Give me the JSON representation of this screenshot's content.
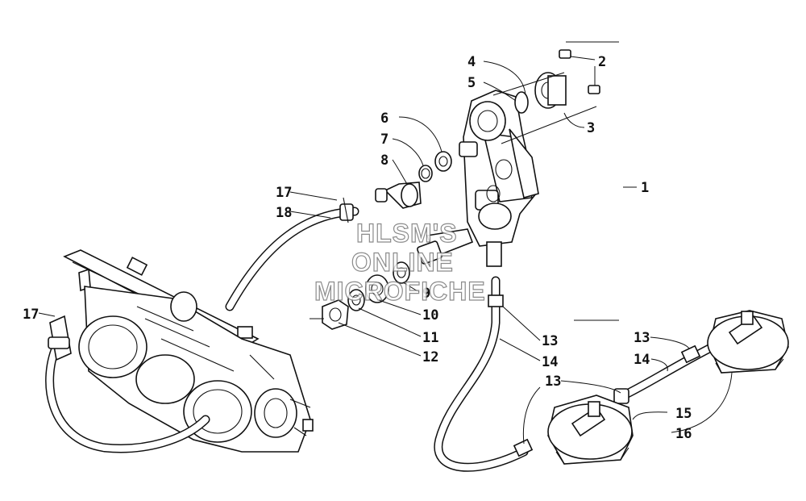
{
  "diagram": {
    "callouts": [
      {
        "id": "1",
        "text": "1"
      },
      {
        "id": "2",
        "text": "2"
      },
      {
        "id": "3",
        "text": "3"
      },
      {
        "id": "4",
        "text": "4"
      },
      {
        "id": "5",
        "text": "5"
      },
      {
        "id": "6",
        "text": "6"
      },
      {
        "id": "7",
        "text": "7"
      },
      {
        "id": "8",
        "text": "8"
      },
      {
        "id": "9",
        "text": "9"
      },
      {
        "id": "10",
        "text": "10"
      },
      {
        "id": "11",
        "text": "11"
      },
      {
        "id": "12",
        "text": "12"
      },
      {
        "id": "13a",
        "text": "13"
      },
      {
        "id": "13b",
        "text": "13"
      },
      {
        "id": "13c",
        "text": "13"
      },
      {
        "id": "14a",
        "text": "14"
      },
      {
        "id": "14b",
        "text": "14"
      },
      {
        "id": "15",
        "text": "15"
      },
      {
        "id": "16",
        "text": "16"
      },
      {
        "id": "17a",
        "text": "17"
      },
      {
        "id": "17b",
        "text": "17"
      },
      {
        "id": "18",
        "text": "18"
      }
    ],
    "watermark": [
      "HLSM'S",
      "ONLINE",
      "MICROFICHE"
    ]
  }
}
